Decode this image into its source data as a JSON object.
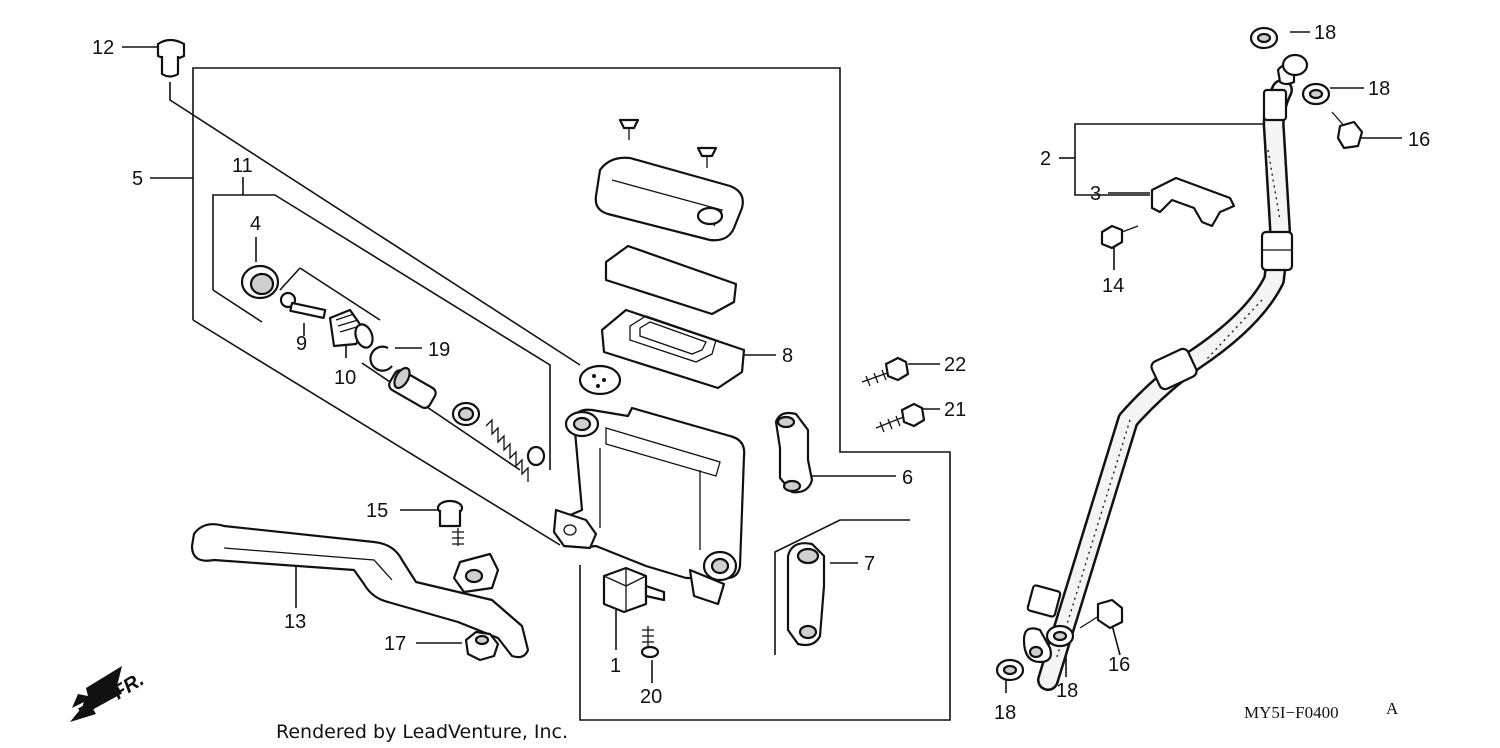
{
  "callouts": [
    {
      "id": "c1",
      "text": "1"
    },
    {
      "id": "c2",
      "text": "2"
    },
    {
      "id": "c3",
      "text": "3"
    },
    {
      "id": "c4",
      "text": "4"
    },
    {
      "id": "c5",
      "text": "5"
    },
    {
      "id": "c6",
      "text": "6"
    },
    {
      "id": "c7",
      "text": "7"
    },
    {
      "id": "c8",
      "text": "8"
    },
    {
      "id": "c9",
      "text": "9"
    },
    {
      "id": "c10",
      "text": "10"
    },
    {
      "id": "c11",
      "text": "11"
    },
    {
      "id": "c12",
      "text": "12"
    },
    {
      "id": "c13",
      "text": "13"
    },
    {
      "id": "c14",
      "text": "14"
    },
    {
      "id": "c15",
      "text": "15"
    },
    {
      "id": "c16a",
      "text": "16"
    },
    {
      "id": "c16b",
      "text": "16"
    },
    {
      "id": "c17",
      "text": "17"
    },
    {
      "id": "c18a",
      "text": "18"
    },
    {
      "id": "c18b",
      "text": "18"
    },
    {
      "id": "c18c",
      "text": "18"
    },
    {
      "id": "c18d",
      "text": "18"
    },
    {
      "id": "c19",
      "text": "19"
    },
    {
      "id": "c20",
      "text": "20"
    },
    {
      "id": "c21",
      "text": "21"
    },
    {
      "id": "c22",
      "text": "22"
    }
  ],
  "front_marker": "FR.",
  "credit": "Rendered by LeadVenture, Inc.",
  "diagram_code": "MY5I−F0400",
  "diagram_code_suffix": "A"
}
